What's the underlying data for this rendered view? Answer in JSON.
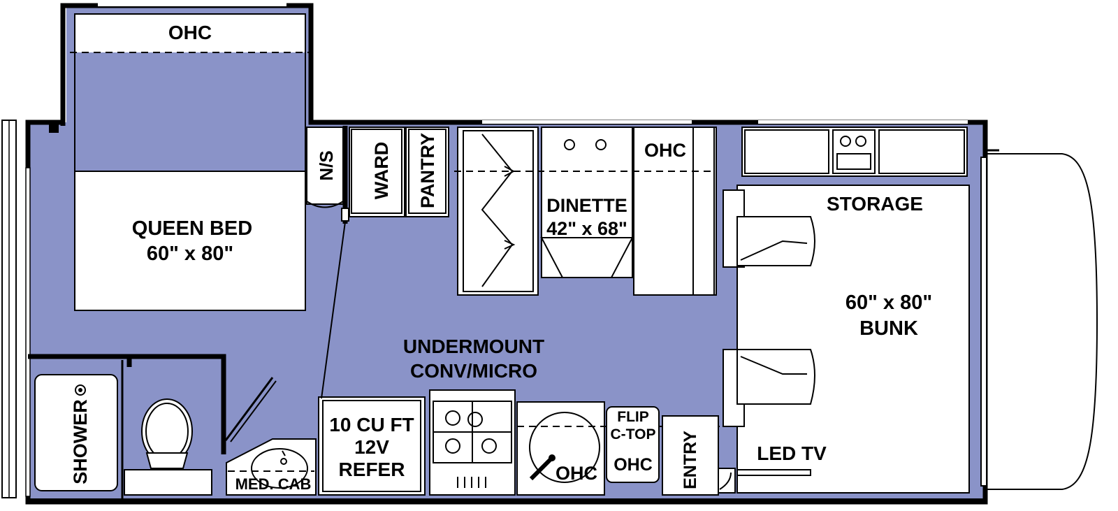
{
  "labels": {
    "ohc_bedroom": "OHC",
    "queen_bed": "QUEEN BED",
    "queen_bed_size": "60\" x 80\"",
    "nightstand": "N/S",
    "wardrobe": "WARD",
    "pantry": "PANTRY",
    "ohc_dinette": "OHC",
    "dinette": "DINETTE",
    "dinette_size": "42\" x 68\"",
    "storage": "STORAGE",
    "bunk_size": "60\" x 80\"",
    "bunk": "BUNK",
    "microwave_line1": "UNDERMOUNT",
    "microwave_line2": "CONV/MICRO",
    "refer_line1": "10 CU FT",
    "refer_line2": "12V",
    "refer_line3": "REFER",
    "ohc_kitchen": "OHC",
    "fliptop_line1": "FLIP",
    "fliptop_line2": "C-TOP",
    "fliptop_ohc": "OHC",
    "entry": "ENTRY",
    "led_tv": "LED TV",
    "shower": "SHOWER",
    "med_cab": "MED. CAB"
  },
  "colors": {
    "floor": "#8a93c8",
    "wall": "#000000",
    "fixture": "#ffffff"
  }
}
